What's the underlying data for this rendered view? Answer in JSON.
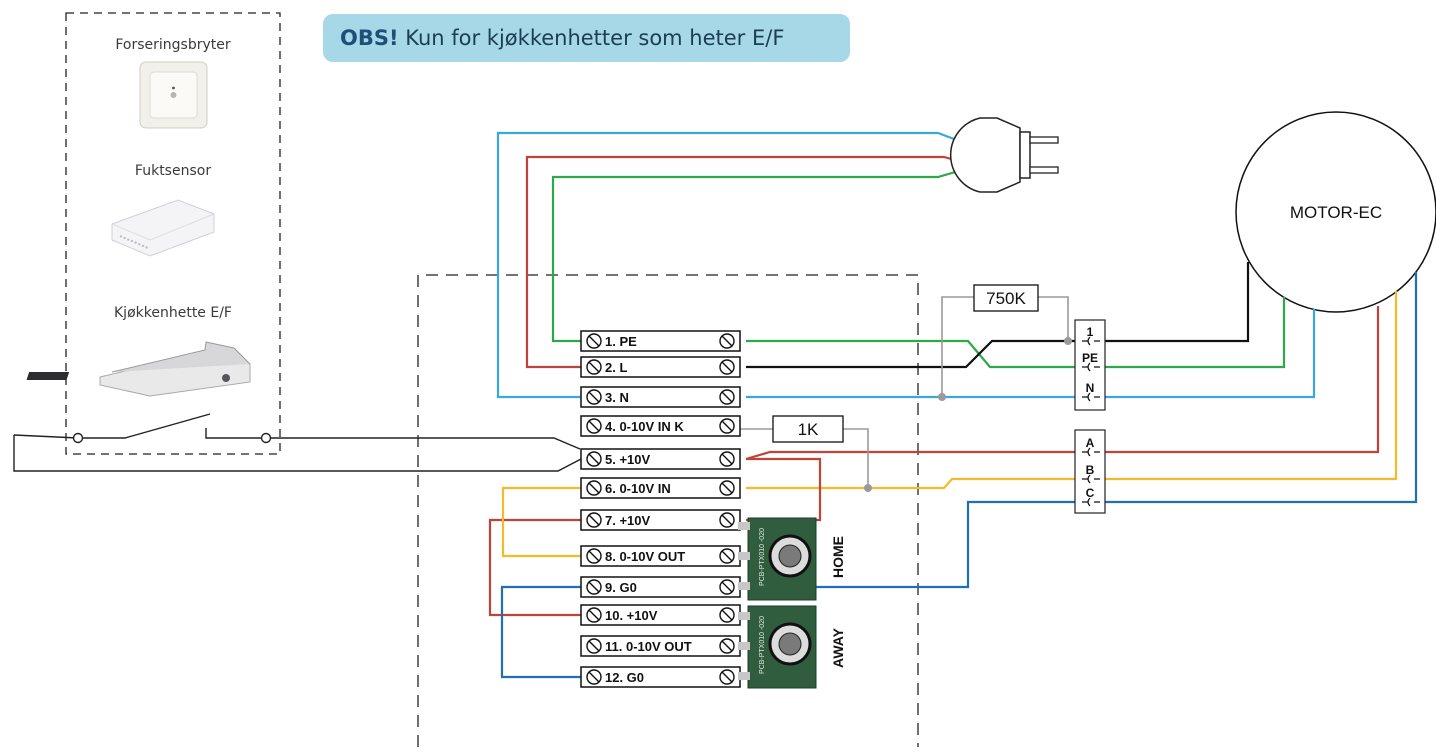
{
  "note": {
    "bold": "OBS!",
    "text": " Kun for kjøkkenhetter som heter E/F"
  },
  "devices": {
    "switch_label": "Forseringsbryter",
    "humidity_label": "Fuktsensor",
    "hood_label": "Kjøkkenhette E/F"
  },
  "terminals": [
    {
      "label": "1. PE"
    },
    {
      "label": "2. L"
    },
    {
      "label": "3. N"
    },
    {
      "label": "4. 0-10V IN K"
    },
    {
      "label": "5. +10V"
    },
    {
      "label": "6. 0-10V IN"
    },
    {
      "label": "7. +10V"
    },
    {
      "label": "8. 0-10V OUT"
    },
    {
      "label": "9.  G0"
    },
    {
      "label": "10. +10V"
    },
    {
      "label": "11. 0-10V OUT"
    },
    {
      "label": "12.  G0"
    }
  ],
  "resistors": {
    "r750": "750K",
    "r1": "1K"
  },
  "motor": {
    "label": "MOTOR-EC"
  },
  "motor_block1": [
    "1",
    "PE",
    "N"
  ],
  "motor_block2": [
    "A",
    "B",
    "C"
  ],
  "pots": {
    "home": "HOME",
    "away": "AWAY",
    "pcb_text": "PCB-PTX010 -020"
  },
  "colors": {
    "blue": "#3aa8dc",
    "red": "#c0433a",
    "green": "#2fa84a",
    "black": "#111111",
    "yellow": "#f5b92a",
    "darkblue": "#1f6fb5",
    "gray": "#9a9a9a",
    "note_bg": "#a6d8e7"
  }
}
